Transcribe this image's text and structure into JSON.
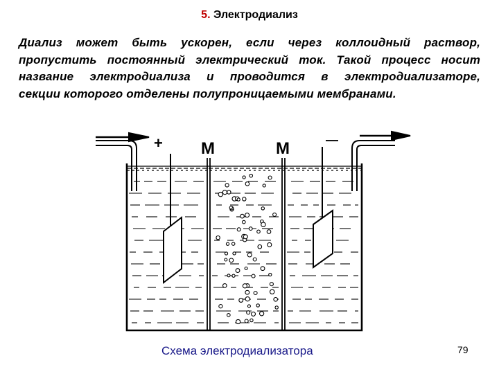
{
  "slide": {
    "title_number": "5.",
    "title_text": "Электродиализ",
    "paragraph_lines": [
      "Диализ может быть ускорен, если через коллоидный раствор,",
      "пропустить постоянный электрический ток. Такой процесс носит",
      "название электродиализа и проводится в электродиализаторе,",
      "секции которого отделены полупроницаемыми мембранами."
    ],
    "diagram": {
      "label_plus": "+",
      "label_minus": "—",
      "membrane_left": "M",
      "membrane_right": "M"
    },
    "caption": "Схема электродиализатора",
    "page_number": "79"
  },
  "colors": {
    "title_number": "#c00000",
    "caption": "#1a1a8a"
  }
}
